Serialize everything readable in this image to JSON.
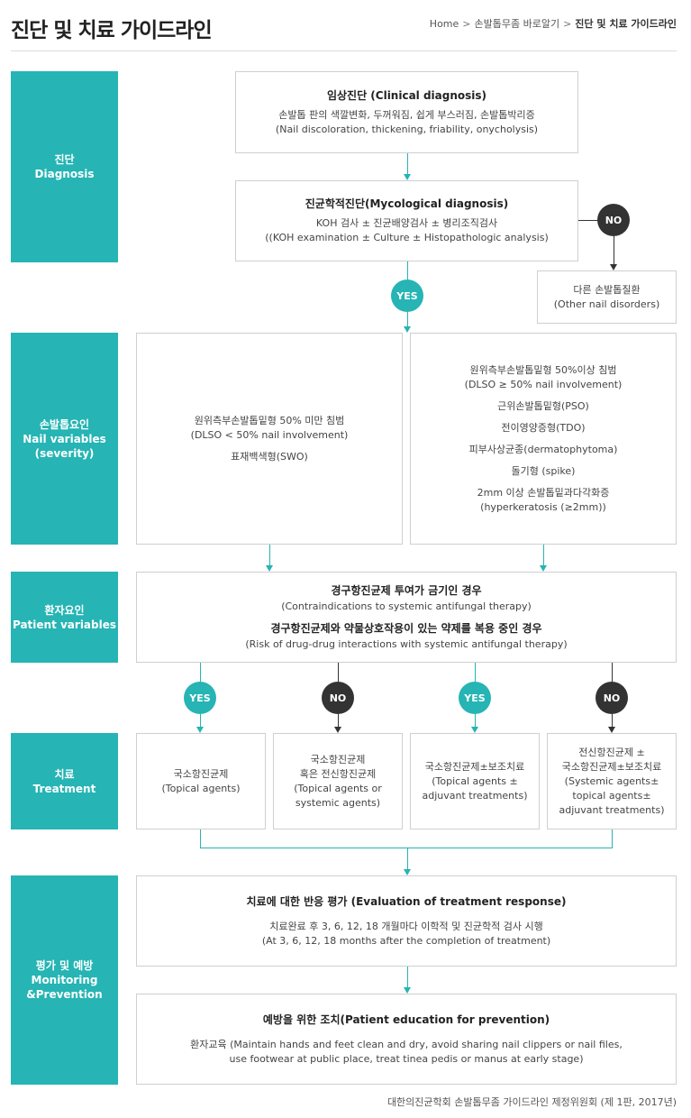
{
  "header": {
    "title": "진단 및 치료 가이드라인",
    "breadcrumb": [
      "Home",
      "손발톱무좀 바로알기",
      "진단 및 치료 가이드라인"
    ]
  },
  "sections": {
    "diagnosis": [
      "진단",
      "Diagnosis"
    ],
    "nail": [
      "손발톱요인",
      "Nail variables",
      "(severity)"
    ],
    "patient": [
      "환자요인",
      "Patient variables"
    ],
    "treatment": [
      "치료",
      "Treatment"
    ],
    "monitoring": [
      "평가 및 예방",
      "Monitoring",
      "&Prevention"
    ]
  },
  "boxes": {
    "clinical": {
      "title": "임상진단 (Clinical diagnosis)",
      "lines": [
        "손발톱 판의 색깔변화, 두꺼워짐, 쉽게 부스러짐, 손발톱박리증",
        "(Nail discoloration, thickening, friability, onycholysis)"
      ]
    },
    "mycological": {
      "title": "진균학적진단(Mycological diagnosis)",
      "lines": [
        "KOH 검사 ± 진균배양검사 ± 병리조직검사",
        "((KOH examination ± Culture ± Histopathologic analysis)"
      ]
    },
    "other": {
      "lines": [
        "다른 손발톱질환",
        "(Other nail disorders)"
      ]
    },
    "nail_left": {
      "groups": [
        [
          "원위측부손발톱밑형 50% 미만 침범",
          "(DLSO < 50% nail involvement)"
        ],
        [
          "표재백색형(SWO)"
        ]
      ]
    },
    "nail_right": {
      "groups": [
        [
          "원위측부손발톱밑형 50%이상 침범",
          "(DLSO ≥ 50% nail involvement)"
        ],
        [
          "근위손발톱밑형(PSO)"
        ],
        [
          "전이영양증형(TDO)"
        ],
        [
          "피부사상균종(dermatophytoma)"
        ],
        [
          "돌기형 (spike)"
        ],
        [
          "2mm 이상 손발톱밑과다각화증",
          "(hyperkeratosis (≥2mm))"
        ]
      ]
    },
    "patient": {
      "groups": [
        {
          "title": "경구항진균제 투여가 금기인 경우",
          "sub": "(Contraindications to systemic antifungal therapy)"
        },
        {
          "title": "경구항진균제와 약물상호작용이 있는 약제를 복용 중인 경우",
          "sub": "(Risk of drug-drug interactions with systemic antifungal therapy)"
        }
      ]
    },
    "treat1": {
      "lines": [
        "국소항진균제",
        "(Topical agents)"
      ]
    },
    "treat2": {
      "lines": [
        "국소항진균제",
        "혹은 전신항진균제",
        "(Topical agents or",
        "systemic agents)"
      ]
    },
    "treat3": {
      "lines": [
        "국소항진균제±보조치료",
        "(Topical agents ±",
        "adjuvant treatments)"
      ]
    },
    "treat4": {
      "lines": [
        "전신항진균제 ±",
        "국소항진균제±보조치료",
        "(Systemic agents±",
        "topical agents±",
        "adjuvant treatments)"
      ]
    },
    "evaluation": {
      "title": "치료에 대한 반응 평가 (Evaluation of treatment response)",
      "lines": [
        "치료완료 후 3, 6, 12, 18 개월마다 이학적 및 진균학적 검사 시행",
        "(At 3, 6, 12, 18 months after the completion of treatment)"
      ]
    },
    "prevention": {
      "title": "예방을 위한 조치(Patient education for prevention)",
      "lines": [
        "환자교육 (Maintain hands and feet clean and dry, avoid sharing nail clippers or nail files,",
        "use footwear at public place, treat tinea pedis or manus at early stage)"
      ]
    }
  },
  "decisions": {
    "yes": "YES",
    "no": "NO"
  },
  "footer": "대한의진균학회 손발톱무좀 가이드라인 제정위원회 (제 1판, 2017년)",
  "colors": {
    "teal": "#26b4b4",
    "dark": "#333333"
  }
}
